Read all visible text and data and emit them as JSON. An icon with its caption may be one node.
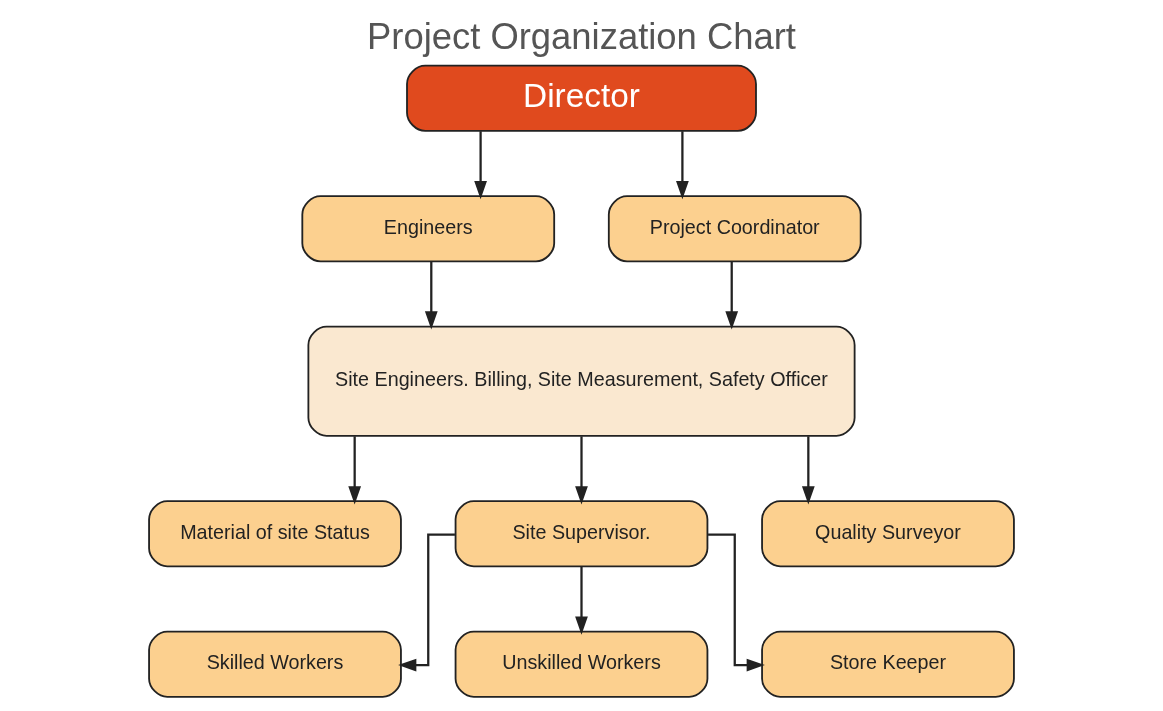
{
  "diagram": {
    "title": "Project Organization Chart",
    "nodes": [
      {
        "text": [
          "Director"
        ]
      },
      {
        "text": [
          "Engineers"
        ]
      },
      {
        "text": [
          "Project Coordinator"
        ]
      },
      {
        "text": [
          "Site Engineers. Billing, Site Measurement, Safety Officer"
        ]
      },
      {
        "text": [
          "Material of site Status"
        ]
      },
      {
        "text": [
          "Site Supervisor."
        ]
      },
      {
        "text": [
          "Quality Surveyor"
        ]
      },
      {
        "text": [
          "Skilled Workers"
        ]
      },
      {
        "text": [
          "Unskilled Workers"
        ]
      },
      {
        "text": [
          "Store Keeper"
        ]
      }
    ],
    "edges": [
      {
        "from": 0,
        "to": 1,
        "arrow": "to"
      },
      {
        "from": 0,
        "to": 2,
        "arrow": "to"
      },
      {
        "from": 1,
        "to": 3,
        "arrow": "to"
      },
      {
        "from": 2,
        "to": 3,
        "arrow": "to"
      },
      {
        "from": 3,
        "to": 4,
        "arrow": "to"
      },
      {
        "from": 3,
        "to": 5,
        "arrow": "to"
      },
      {
        "from": 3,
        "to": 6,
        "arrow": "to"
      },
      {
        "from": 5,
        "to": 7,
        "arrow": "to"
      },
      {
        "from": 5,
        "to": 8,
        "arrow": "to"
      },
      {
        "from": 5,
        "to": 9,
        "arrow": "to"
      }
    ]
  }
}
